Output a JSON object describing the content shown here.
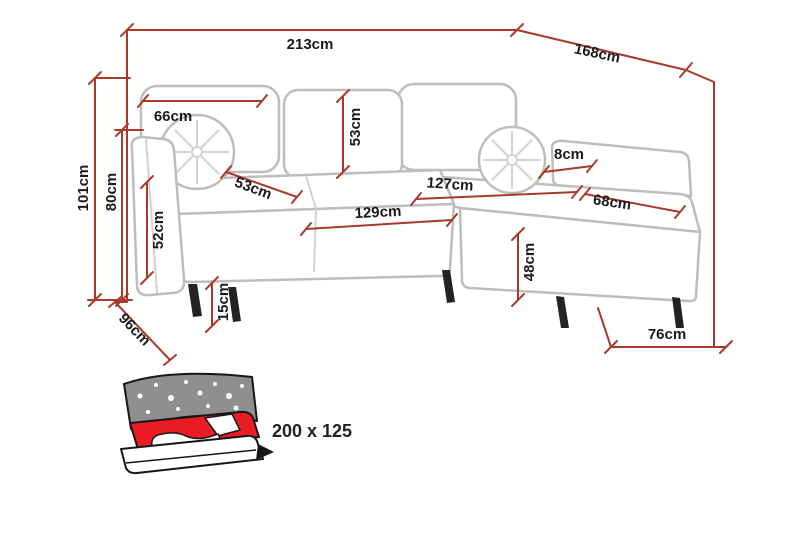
{
  "diagram": {
    "type": "dimension-drawing",
    "subject": "corner-sofa",
    "colors": {
      "dimension_line": "#a93a2b",
      "outline": "#bdbdbd",
      "label_text": "#1b1b1b",
      "leg": "#232323",
      "bed_mattress_red": "#ec1c24",
      "bed_backrest_gray": "#8f8f8f"
    },
    "labels": {
      "total_width": "213cm",
      "total_depth": "168cm",
      "total_height": "101cm",
      "back_height": "80cm",
      "back_cushion_width": "66cm",
      "back_pillow_height": "53cm",
      "seat_depth": "53cm",
      "arm_top_width": "8cm",
      "chaise_length": "127cm",
      "chaise_width": "68cm",
      "seat_width": "129cm",
      "arm_height": "52cm",
      "chaise_height": "48cm",
      "side_depth": "96cm",
      "leg_height": "15cm",
      "chaise_front_width": "76cm"
    }
  },
  "bed_function": {
    "size": "200 x 125"
  }
}
